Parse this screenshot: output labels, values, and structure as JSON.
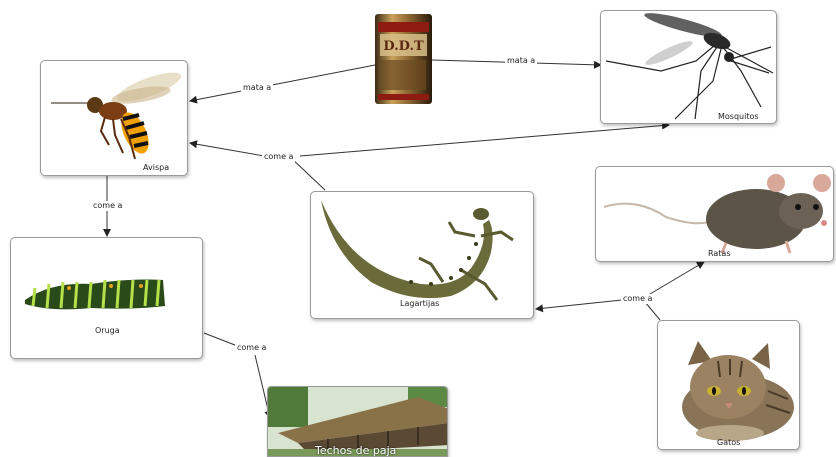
{
  "nodes": {
    "ddt": {
      "can_text": "D.D.T"
    },
    "avispa": {
      "label": "Avispa"
    },
    "mosquitos": {
      "label": "Mosquitos"
    },
    "oruga": {
      "label": "Oruga"
    },
    "lagartijas": {
      "label": "Lagartijas"
    },
    "ratas": {
      "label": "Ratas"
    },
    "gatos": {
      "label": "Gatos"
    },
    "techos": {
      "label": "Techos de paja"
    }
  },
  "links": {
    "ddt_avispa": "mata a",
    "ddt_mosquitos": "mata a",
    "lagartijas_come": "come a",
    "avispa_oruga": "come a",
    "gatos_come": "come a",
    "oruga_techos": "come a"
  }
}
